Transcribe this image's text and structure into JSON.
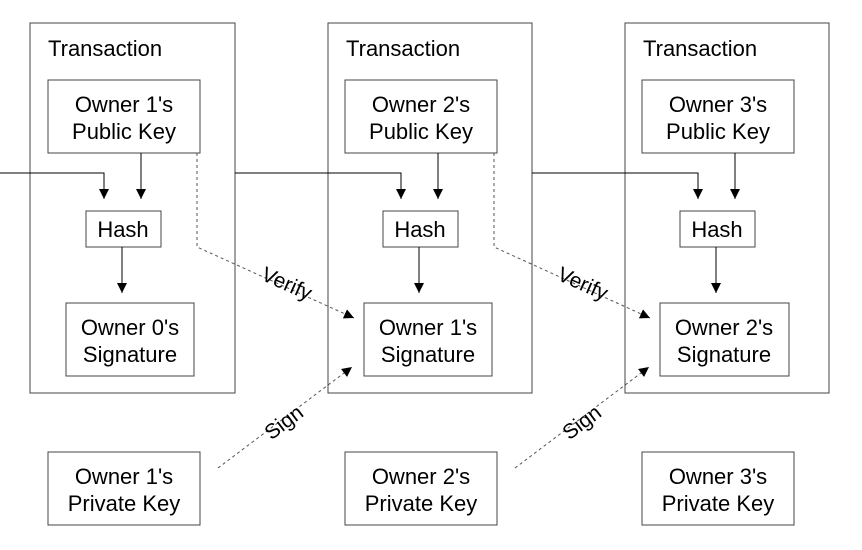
{
  "transactions": [
    {
      "title": "Transaction",
      "public_key": [
        "Owner 1's",
        "Public Key"
      ],
      "hash": "Hash",
      "signature": [
        "Owner 0's",
        "Signature"
      ]
    },
    {
      "title": "Transaction",
      "public_key": [
        "Owner 2's",
        "Public Key"
      ],
      "hash": "Hash",
      "signature": [
        "Owner 1's",
        "Signature"
      ]
    },
    {
      "title": "Transaction",
      "public_key": [
        "Owner 3's",
        "Public Key"
      ],
      "hash": "Hash",
      "signature": [
        "Owner 2's",
        "Signature"
      ]
    }
  ],
  "private_keys": [
    [
      "Owner 1's",
      "Private Key"
    ],
    [
      "Owner 2's",
      "Private Key"
    ],
    [
      "Owner 3's",
      "Private Key"
    ]
  ],
  "labels": {
    "verify": "Verify",
    "sign": "Sign"
  },
  "colors": {
    "stroke": "#444444",
    "arrow": "#000000",
    "dashed": "#555555"
  }
}
